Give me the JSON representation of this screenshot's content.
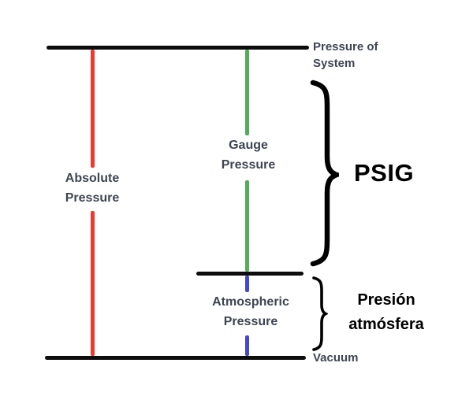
{
  "diagram": {
    "labels": {
      "pressure_of_system": {
        "line1": "Pressure of",
        "line2": "System"
      },
      "absolute_pressure": {
        "line1": "Absolute",
        "line2": "Pressure"
      },
      "gauge_pressure": {
        "line1": "Gauge",
        "line2": "Pressure"
      },
      "atmospheric_pressure": {
        "line1": "Atmospheric",
        "line2": "Pressure"
      },
      "vacuum": "Vacuum",
      "psig": "PSIG",
      "presion_atmosfera": {
        "line1": "Presión",
        "line2": "atmósfera"
      }
    },
    "colors": {
      "absolute_pressure_line": "#ee3a2e",
      "gauge_pressure_line": "#4fae57",
      "atmospheric_pressure_line": "#4347d2",
      "reference_lines": "#0d0d0d",
      "label_text": "#3e4552",
      "annotation_text": "#000000",
      "background": "#ffffff"
    }
  }
}
